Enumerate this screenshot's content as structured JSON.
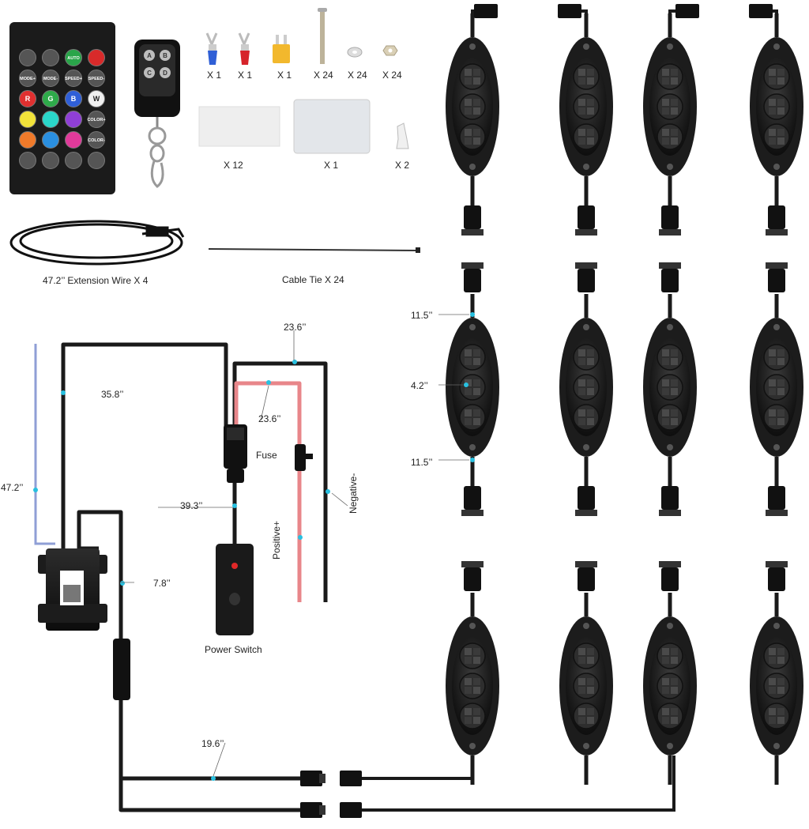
{
  "remote": {
    "buttons_row1": [
      "",
      "",
      "AUTO",
      ""
    ],
    "buttons_row2": [
      "MODE+",
      "MODE-",
      "SPEED+",
      "SPEED-"
    ],
    "buttons_row3": [
      "R",
      "G",
      "B",
      "W"
    ],
    "buttons_row4_color": "COLOR+",
    "buttons_row5_color": "COLOR-",
    "fob_keys": [
      "A",
      "B",
      "C",
      "D"
    ]
  },
  "accessories": {
    "blue_terminal_qty": "X 1",
    "red_terminal_qty": "X 1",
    "fuse_qty": "X 1",
    "screw_qty": "X 24",
    "washer_qty": "X 24",
    "nut_qty": "X 24",
    "tape_qty": "X 12",
    "card_qty": "X 1",
    "connector_qty": "X 2",
    "extension_wire_label": "47.2’’ Extension Wire X 4",
    "cable_tie_label": "Cable Tie X 24"
  },
  "wiring": {
    "len_antenna": "47.2’’",
    "len_controller_to_plug": "35.8’’",
    "len_top_loop": "23.6’’",
    "len_red_loop": "23.6’’",
    "fuse": "Fuse",
    "len_switch": "39.3’’",
    "len_controller_out": "7.8’’",
    "negative": "Negative-",
    "positive": "Positive+",
    "power_switch": "Power Switch",
    "len_bottom": "19.6’’"
  },
  "pod_dims": {
    "top_lead": "11.5’’",
    "pod_length": "4.2’’",
    "bottom_lead": "11.5’’"
  },
  "colors": {
    "pod_body": "#1c1c1c",
    "wire_black": "#1a1a1a",
    "wire_red": "#e8868a",
    "wire_blue": "#8f9fd6",
    "marker": "#28c0e0"
  }
}
